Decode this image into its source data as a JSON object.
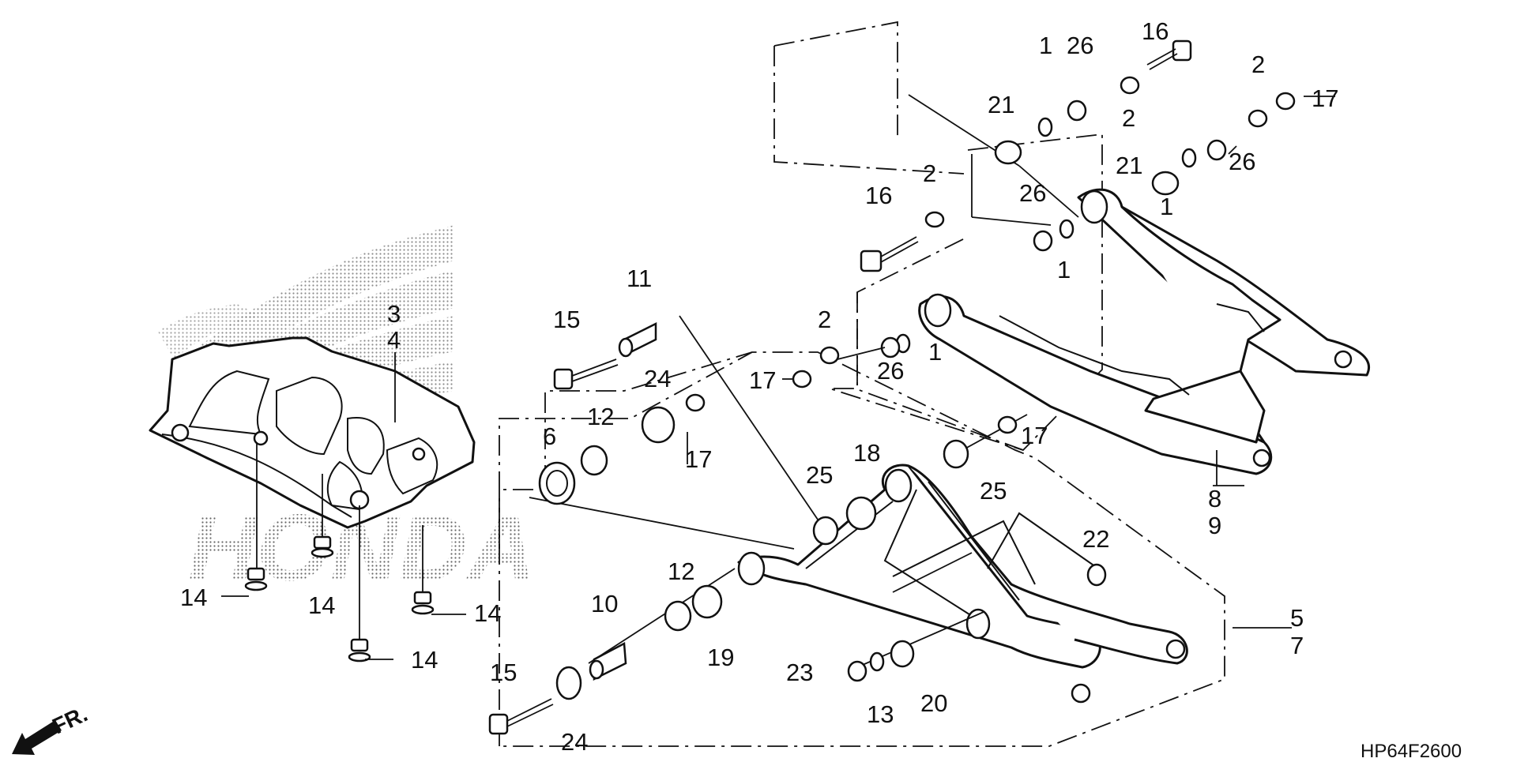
{
  "diagram": {
    "code": "HP64F2600",
    "direction_label": "FR.",
    "watermark_logo": "HONDA",
    "callouts": {
      "c1a": "1",
      "c1b": "1",
      "c1c": "1",
      "c1d": "1",
      "c2a": "2",
      "c2b": "2",
      "c2c": "2",
      "c2d": "2",
      "c3": "3",
      "c4": "4",
      "c5": "5",
      "c6": "6",
      "c7": "7",
      "c8": "8",
      "c9": "9",
      "c10": "10",
      "c11": "11",
      "c12a": "12",
      "c12b": "12",
      "c13": "13",
      "c14a": "14",
      "c14b": "14",
      "c14c": "14",
      "c14d": "14",
      "c15a": "15",
      "c15b": "15",
      "c16a": "16",
      "c16b": "16",
      "c17a": "17",
      "c17b": "17",
      "c17c": "17",
      "c17d": "17",
      "c18": "18",
      "c19": "19",
      "c20": "20",
      "c21a": "21",
      "c21b": "21",
      "c22": "22",
      "c23": "23",
      "c24a": "24",
      "c24b": "24",
      "c25a": "25",
      "c25b": "25",
      "c26a": "26",
      "c26b": "26",
      "c26c": "26",
      "c26d": "26"
    }
  }
}
